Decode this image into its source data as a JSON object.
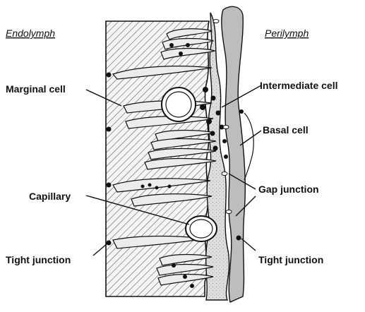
{
  "headers": {
    "left": "Endolymph",
    "right": "Perilymph"
  },
  "labels": {
    "marginal_cell": "Marginal cell",
    "capillary": "Capillary",
    "tight_junction_left": "Tight junction",
    "intermediate_cell": "Intermediate cell",
    "basal_cell": "Basal cell",
    "gap_junction": "Gap junction",
    "tight_junction_right": "Tight junction"
  },
  "colors": {
    "ink": "#111111",
    "hatch_bg": "#f4f4f4",
    "hatch_line": "#555555",
    "cytoplasm": "#dcdcdc",
    "basal": "#bdbdbd",
    "paper": "#ffffff"
  }
}
